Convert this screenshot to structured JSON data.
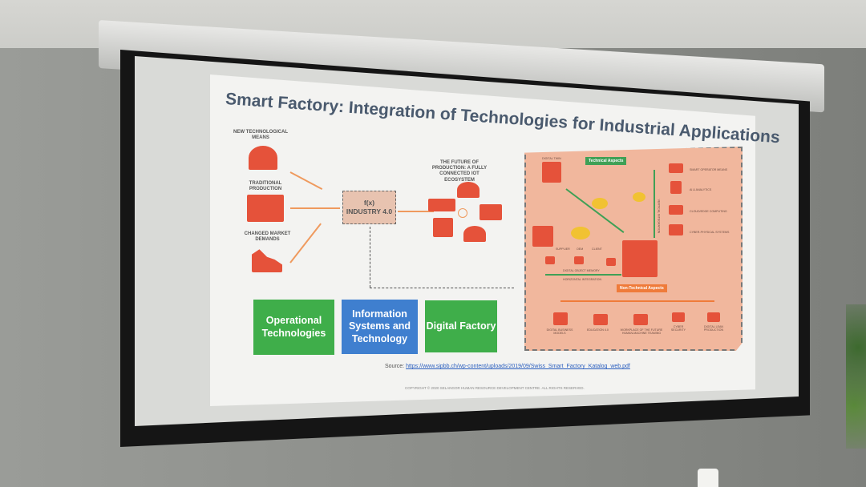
{
  "slide": {
    "title": "Smart Factory: Integration of Technologies for Industrial Applications",
    "inputs": [
      "NEW TECHNOLOGICAL MEANS",
      "TRADITIONAL PRODUCTION",
      "CHANGED MARKET DEMANDS"
    ],
    "industry_box": {
      "line1": "f(x)",
      "line2": "INDUSTRY 4.0"
    },
    "iot_label": "THE FUTURE OF PRODUCTION: A FULLY CONNECTED IOT ECOSYSTEM",
    "boxes": [
      {
        "label": "Operational Technologies",
        "color": "#3fae4a"
      },
      {
        "label": "Information Systems and Technology",
        "color": "#3f7fcf"
      },
      {
        "label": "Digital Factory",
        "color": "#3fae4a"
      }
    ],
    "panel": {
      "technical": "Technical Aspects",
      "non_technical": "Non-Technical Aspects",
      "digital_twin": "DIGITAL TWIN",
      "supplier": "SUPPLIER",
      "oem": "OEM",
      "client": "CLIENT",
      "object_memory": "DIGITAL OBJECT MEMORY",
      "horizontal": "HORIZONTAL INTEGRATION",
      "vertical": "VERTICAL INTEGRATION",
      "tech_items": [
        "SMART OPERATOR MEANS",
        "AI & ANALYTICS",
        "CLOUD/EDGE COMPUTING",
        "CYBER-PHYSICAL SYSTEMS"
      ],
      "non_tech_items": [
        "DIGITAL BUSINESS MODELS",
        "EDUCATION 4.0",
        "WORKPLACE OF THE FUTURE HUMAN-MACHINE TEAMING",
        "CYBER SECURITY",
        "DIGITAL LEAN PRODUCTION"
      ]
    },
    "source_label": "Source:",
    "source_url": "https://www.sipbb.ch/wp-content/uploads/2019/09/Swiss_Smart_Factory_Katalog_web.pdf",
    "copyright": "COPYRIGHT © 2020 SELANGOR HUMAN RESOURCE DEVELOPMENT CENTRE. ALL RIGHTS RESERVED."
  }
}
